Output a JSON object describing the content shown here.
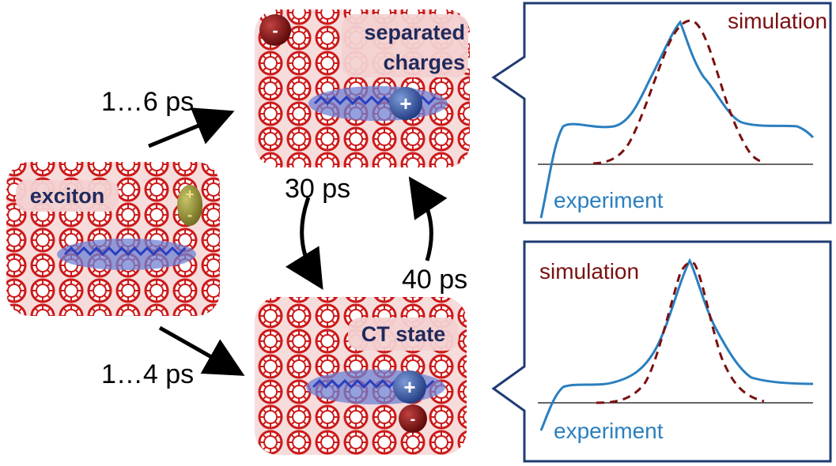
{
  "states": {
    "exciton": {
      "label": "exciton"
    },
    "separated": {
      "label_line1": "separated",
      "label_line2": "charges"
    },
    "ct": {
      "label": "CT state"
    }
  },
  "transitions": {
    "exciton_to_separated": "1…6 ps",
    "exciton_to_ct": "1…4 ps",
    "separated_to_ct": "30 ps",
    "ct_to_separated": "40 ps"
  },
  "charges": {
    "plus": "+",
    "minus": "-"
  },
  "plots": {
    "top": {
      "simulation_label": "simulation",
      "experiment_label": "experiment"
    },
    "bottom": {
      "simulation_label": "simulation",
      "experiment_label": "experiment"
    }
  },
  "colors": {
    "fullerene": "#cc1a1a",
    "polymer_ellipse": "#6f82d4",
    "polymer_chain": "#2a3fbf",
    "label_bg": "#f3d1d1",
    "label_text": "#1f2a5c",
    "hole": "#2e4e9e",
    "electron": "#7a0f0f",
    "exciton_charge": "#8a8a2e",
    "plot_frame": "#1f3b73",
    "experiment_curve": "#2a7fbf",
    "simulation_curve": "#7a1010"
  },
  "icons": {
    "fullerene": "fullerene-cage-icon",
    "polymer": "polymer-chain-icon",
    "hole": "positive-charge-icon",
    "electron": "negative-charge-icon"
  }
}
